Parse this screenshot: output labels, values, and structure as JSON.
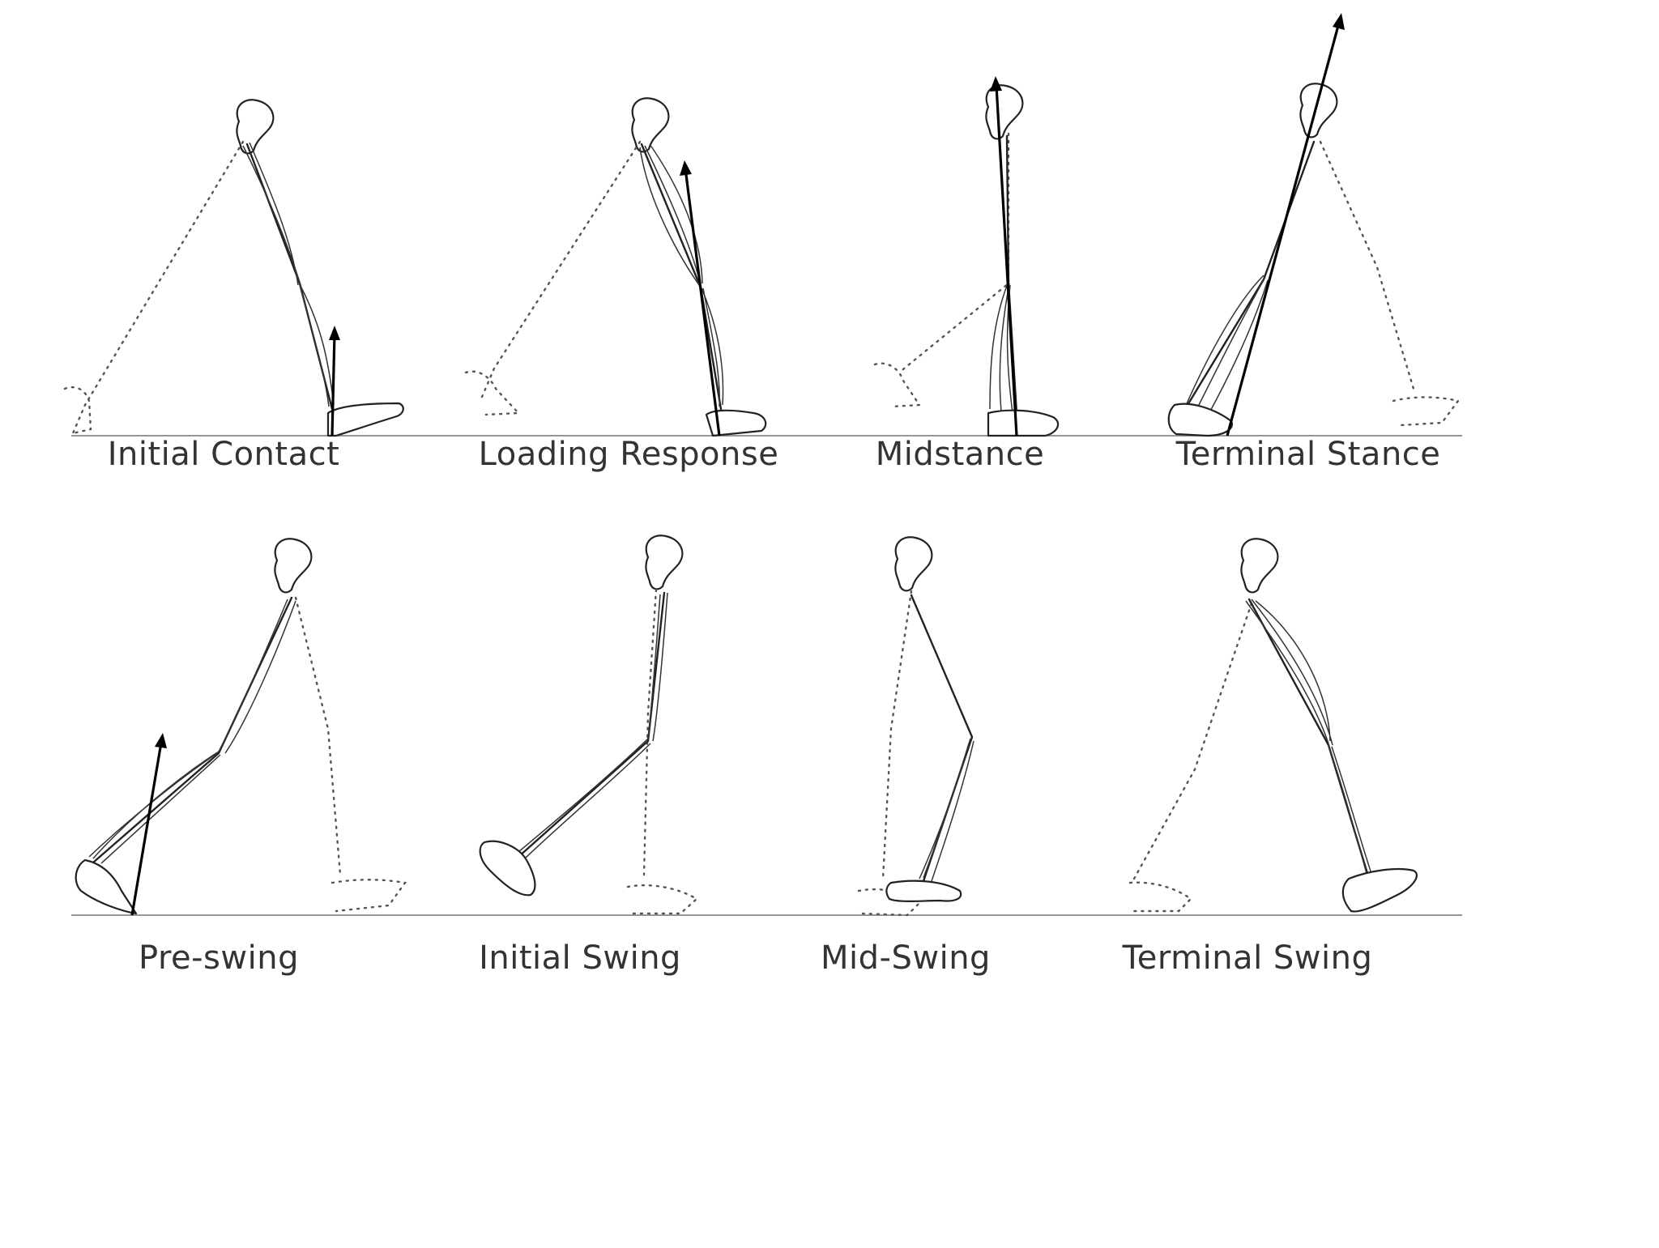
{
  "phases_row1": [
    {
      "label": "Initial Contact"
    },
    {
      "label": "Loading Response"
    },
    {
      "label": "Midstance"
    },
    {
      "label": "Terminal Stance"
    }
  ],
  "phases_row2": [
    {
      "label": "Pre-swing"
    },
    {
      "label": "Initial Swing"
    },
    {
      "label": "Mid-Swing"
    },
    {
      "label": "Terminal Swing"
    }
  ]
}
